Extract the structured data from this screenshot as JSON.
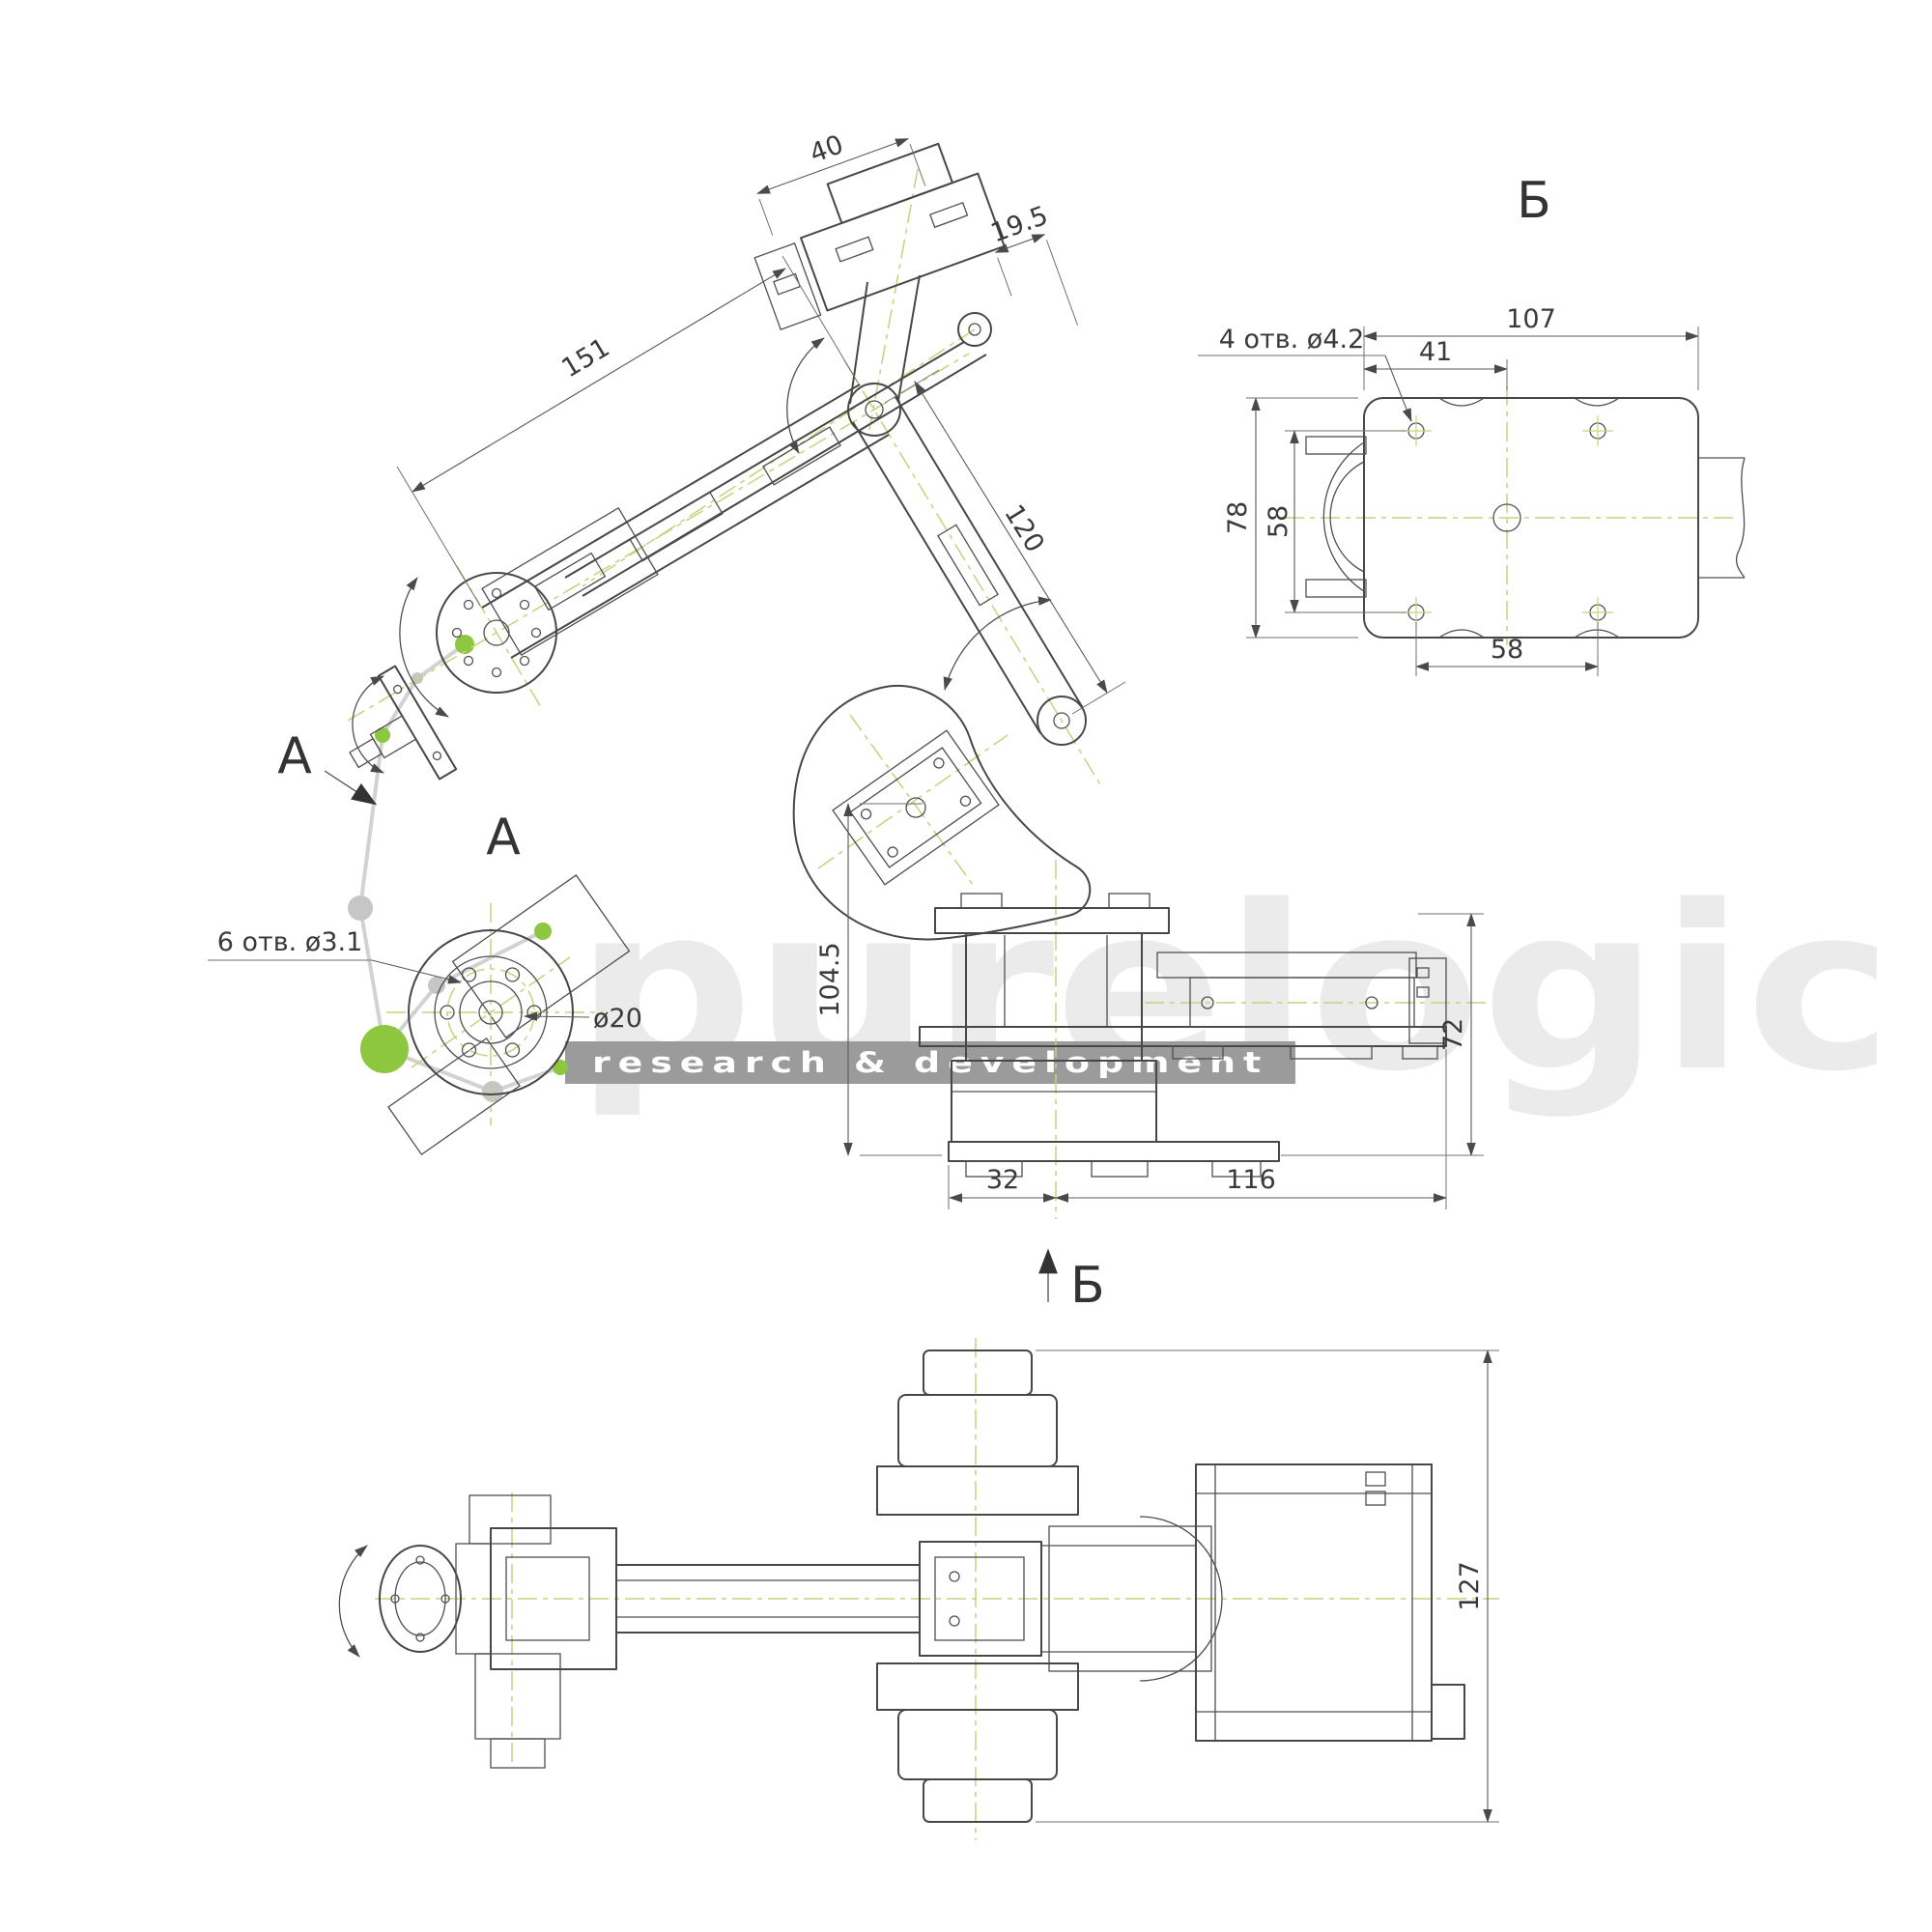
{
  "page": {
    "background": "#ffffff"
  },
  "side_view": {
    "view_arrow_a": "А",
    "view_arrow_b": "Б",
    "dims": {
      "d40": "40",
      "d19_5": "19.5",
      "d151": "151",
      "d120": "120",
      "d104_5": "104.5",
      "d72": "72",
      "d32": "32",
      "d116": "116"
    }
  },
  "view_b": {
    "title": "Б",
    "holes_note": "4 отв. ø4.2",
    "dims": {
      "d107": "107",
      "d41": "41",
      "d78": "78",
      "d58_vert": "58",
      "d58_horiz": "58"
    }
  },
  "view_a": {
    "title": "А",
    "holes_note": "6 отв. ø3.1",
    "dims": {
      "d20": "ø20"
    }
  },
  "top_view": {
    "dims": {
      "d127": "127"
    }
  },
  "watermark": {
    "brand": "purelogic",
    "tagline": "research & development",
    "accent_color": "#8dc63f",
    "bar_color": "#9b9b9b",
    "brand_color": "#ebebeb"
  },
  "colors": {
    "line": "#474747",
    "dimension": "#5a5a5a",
    "centerline": "#c3d47e",
    "text": "#3a3a3a"
  }
}
